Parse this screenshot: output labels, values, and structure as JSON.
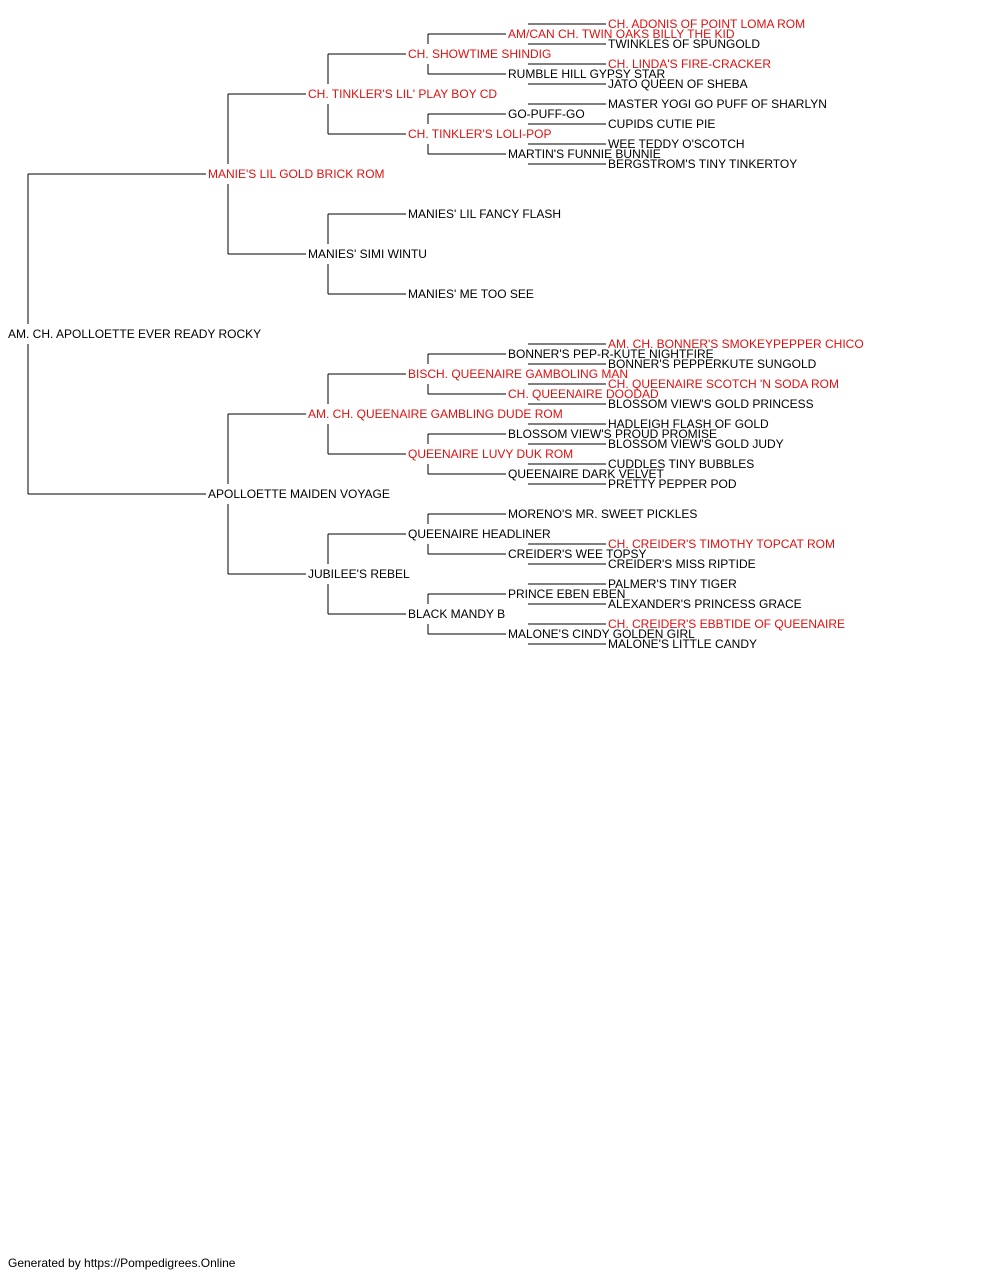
{
  "pedigree": {
    "subject": {
      "name": "AM. CH. APOLLOETTE EVER READY ROCKY",
      "champion": false
    },
    "sire": {
      "name": "MANIE'S LIL GOLD BRICK ROM",
      "champion": true,
      "sire": {
        "name": "CH. TINKLER'S LIL' PLAY BOY CD",
        "champion": true,
        "sire": {
          "name": "CH. SHOWTIME SHINDIG",
          "champion": true,
          "sire": {
            "name": "AM/CAN CH. TWIN OAKS BILLY THE KID",
            "champion": true,
            "sire": {
              "name": "CH. ADONIS OF POINT LOMA ROM",
              "champion": true
            },
            "dam": {
              "name": "TWINKLES OF SPUNGOLD",
              "champion": false
            }
          },
          "dam": {
            "name": "RUMBLE HILL GYPSY STAR",
            "champion": false,
            "sire": {
              "name": "CH. LINDA'S FIRE-CRACKER",
              "champion": true
            },
            "dam": {
              "name": "JATO QUEEN OF SHEBA",
              "champion": false
            }
          }
        },
        "dam": {
          "name": "CH. TINKLER'S LOLI-POP",
          "champion": true,
          "sire": {
            "name": "GO-PUFF-GO",
            "champion": false,
            "sire": {
              "name": "MASTER YOGI GO PUFF OF SHARLYN",
              "champion": false
            },
            "dam": {
              "name": "CUPIDS CUTIE PIE",
              "champion": false
            }
          },
          "dam": {
            "name": "MARTIN'S FUNNIE BUNNIE",
            "champion": false,
            "sire": {
              "name": "WEE TEDDY O'SCOTCH",
              "champion": false
            },
            "dam": {
              "name": "BERGSTROM'S TINY TINKERTOY",
              "champion": false
            }
          }
        }
      },
      "dam": {
        "name": "MANIES' SIMI WINTU",
        "champion": false,
        "sire": {
          "name": "MANIES' LIL FANCY FLASH",
          "champion": false
        },
        "dam": {
          "name": "MANIES' ME TOO SEE",
          "champion": false
        }
      }
    },
    "dam": {
      "name": "APOLLOETTE MAIDEN VOYAGE",
      "champion": false,
      "sire": {
        "name": "AM. CH. QUEENAIRE GAMBLING DUDE ROM",
        "champion": true,
        "sire": {
          "name": "BISCH. QUEENAIRE GAMBOLING MAN",
          "champion": true,
          "sire": {
            "name": "BONNER'S PEP-R-KUTE NIGHTFIRE",
            "champion": false,
            "sire": {
              "name": "AM. CH. BONNER'S SMOKEYPEPPER CHICO",
              "champion": true
            },
            "dam": {
              "name": "BONNER'S PEPPERKUTE SUNGOLD",
              "champion": false
            }
          },
          "dam": {
            "name": "CH. QUEENAIRE DOODAD",
            "champion": true,
            "sire": {
              "name": "CH. QUEENAIRE SCOTCH 'N SODA ROM",
              "champion": true
            },
            "dam": {
              "name": "BLOSSOM VIEW'S GOLD PRINCESS",
              "champion": false
            }
          }
        },
        "dam": {
          "name": "QUEENAIRE LUVY DUK ROM",
          "champion": true,
          "sire": {
            "name": "BLOSSOM VIEW'S PROUD PROMISE",
            "champion": false,
            "sire": {
              "name": "HADLEIGH FLASH OF GOLD",
              "champion": false
            },
            "dam": {
              "name": "BLOSSOM VIEW'S GOLD JUDY",
              "champion": false
            }
          },
          "dam": {
            "name": "QUEENAIRE DARK VELVET",
            "champion": false,
            "sire": {
              "name": "CUDDLES TINY BUBBLES",
              "champion": false
            },
            "dam": {
              "name": "PRETTY PEPPER POD",
              "champion": false
            }
          }
        }
      },
      "dam": {
        "name": "JUBILEE'S REBEL",
        "champion": false,
        "sire": {
          "name": "QUEENAIRE HEADLINER",
          "champion": false,
          "sire": {
            "name": "MORENO'S MR. SWEET PICKLES",
            "champion": false
          },
          "dam": {
            "name": "CREIDER'S WEE TOPSY",
            "champion": false,
            "sire": {
              "name": "CH. CREIDER'S TIMOTHY TOPCAT ROM",
              "champion": true
            },
            "dam": {
              "name": "CREIDER'S MISS RIPTIDE",
              "champion": false
            }
          }
        },
        "dam": {
          "name": "BLACK MANDY B",
          "champion": false,
          "sire": {
            "name": "PRINCE EBEN EBEN",
            "champion": false,
            "sire": {
              "name": "PALMER'S TINY TIGER",
              "champion": false
            },
            "dam": {
              "name": "ALEXANDER'S PRINCESS GRACE",
              "champion": false
            }
          },
          "dam": {
            "name": "MALONE'S CINDY GOLDEN GIRL",
            "champion": false,
            "sire": {
              "name": "CH. CREIDER'S EBBTIDE OF QUEENAIRE",
              "champion": true
            },
            "dam": {
              "name": "MALONE'S LITTLE CANDY",
              "champion": false
            }
          }
        }
      }
    }
  },
  "colors": {
    "champion": "#e01010",
    "regular": "#000000",
    "line": "#000000"
  },
  "footer": "Generated by https://Pompedigrees.Online"
}
